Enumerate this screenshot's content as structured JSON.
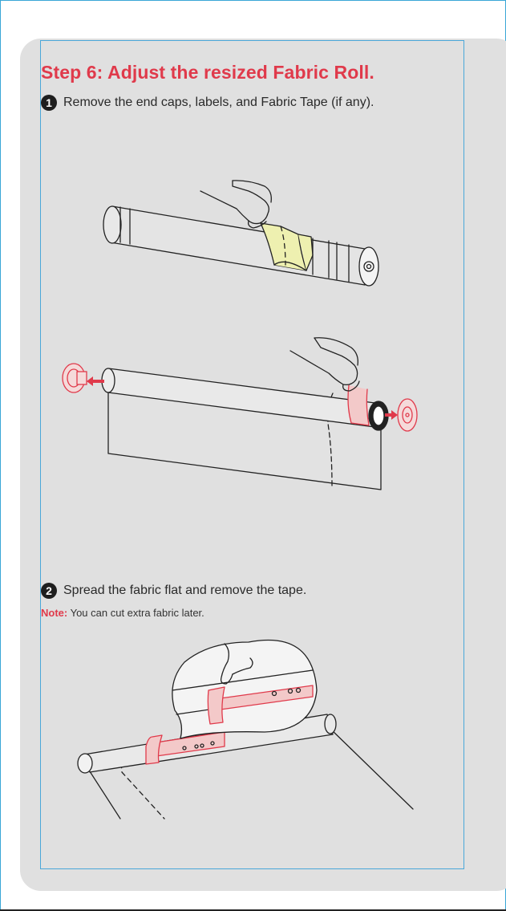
{
  "title": "Step 6: Adjust the resized Fabric Roll.",
  "steps": [
    {
      "number": "1",
      "text": "Remove the end caps, labels, and Fabric Tape (if any)."
    },
    {
      "number": "2",
      "text": "Spread the fabric flat and remove the tape."
    }
  ],
  "note": {
    "label": "Note:",
    "text": " You can cut extra fabric later."
  },
  "colors": {
    "accent_red": "#e03a4b",
    "panel_gray": "#e0e0e0",
    "label_yellow": "#eef0b0",
    "tape_pink": "#f3c9c9",
    "line": "#222222"
  },
  "icons": [
    "hand-icon",
    "end-cap-icon",
    "fabric-roll-icon",
    "arrow-icon"
  ]
}
